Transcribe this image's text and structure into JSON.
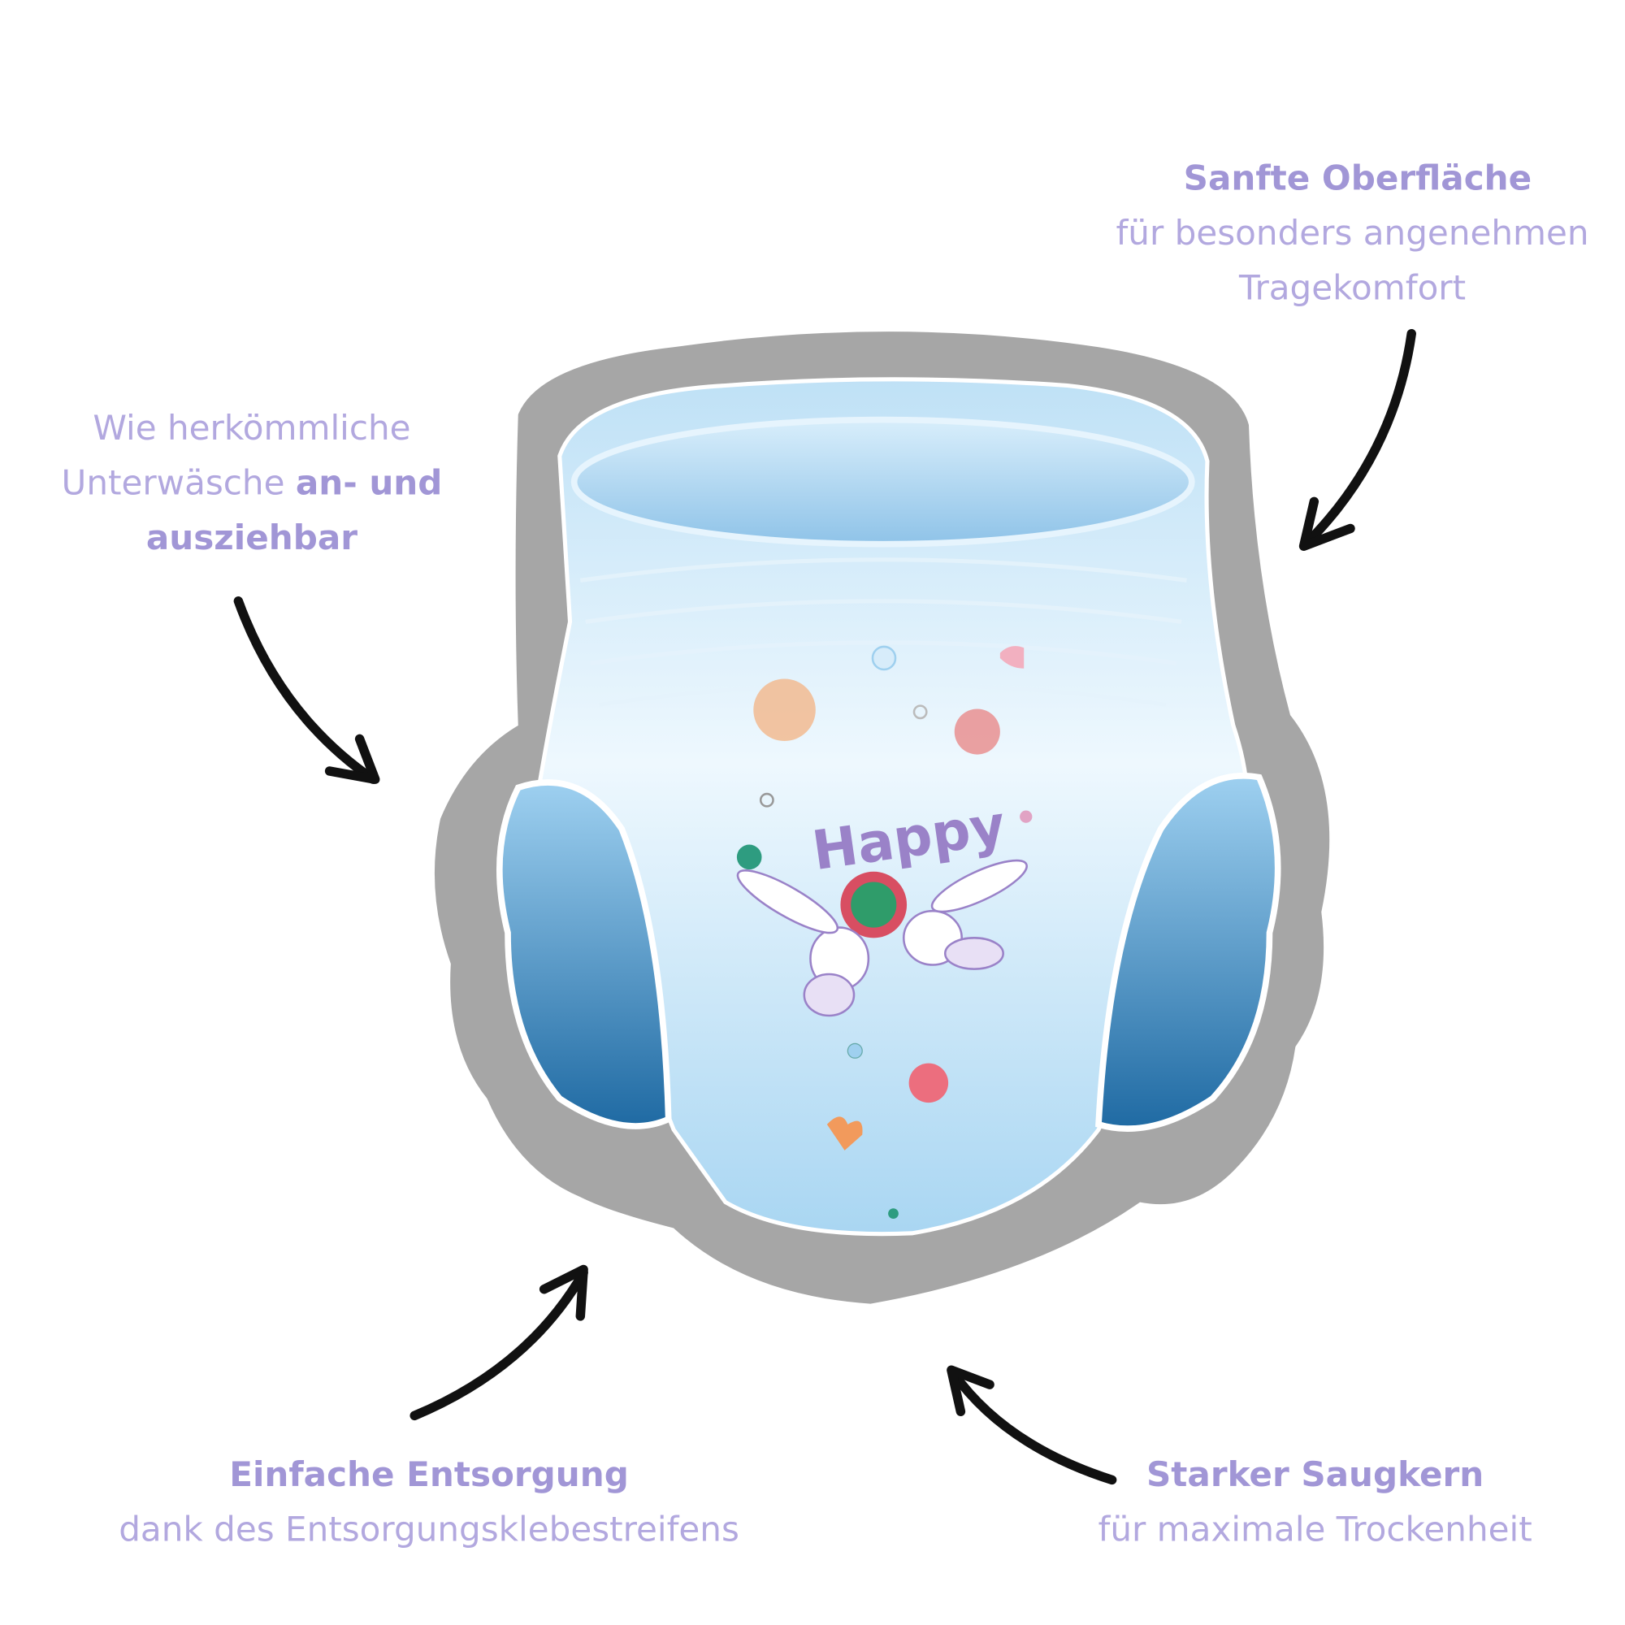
{
  "callouts": {
    "top_right": {
      "title": "Sanfte Oberfläche",
      "lines": [
        "für besonders angenehmen",
        "Tragekomfort"
      ]
    },
    "left": {
      "line1": "Wie herkömmliche",
      "line2_regular": "Unterwäsche ",
      "line2_bold": "an- und",
      "line3_bold": "ausziehbar"
    },
    "bottom_left": {
      "title": "Einfache Entsorgung",
      "line": "dank des Entsorgungsklebestreifens"
    },
    "bottom_right": {
      "title": "Starker Saugkern",
      "line": "für maximale Trockenheit"
    }
  },
  "product": {
    "brand_logo": "Happy"
  },
  "colors": {
    "text_accent": "#a196d6",
    "text_light": "#b2a8df",
    "outline_gray": "#a6a6a6",
    "diaper_blue": "#9fd0ef",
    "arrow": "#111111"
  }
}
